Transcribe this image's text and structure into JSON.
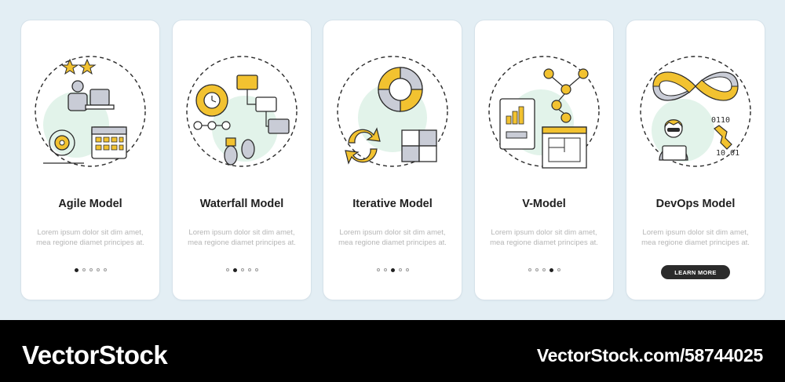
{
  "colors": {
    "accent_yellow": "#f2c230",
    "accent_gray": "#c9ccd6",
    "accent_mint": "#e2f3ea",
    "outline": "#2b2b2b",
    "background": "#e3eef4"
  },
  "cards": [
    {
      "title": "Agile Model",
      "desc": "Lorem ipsum dolor sit dim amet, mea regione diamet principes at.",
      "icon": "agile-icon"
    },
    {
      "title": "Waterfall Model",
      "desc": "Lorem ipsum dolor sit dim amet, mea regione diamet principes at.",
      "icon": "waterfall-icon"
    },
    {
      "title": "Iterative Model",
      "desc": "Lorem ipsum dolor sit dim amet, mea regione diamet principes at.",
      "icon": "iterative-icon"
    },
    {
      "title": "V-Model",
      "desc": "Lorem ipsum dolor sit dim amet, mea regione diamet principes at.",
      "icon": "v-model-icon"
    },
    {
      "title": "DevOps Model",
      "desc": "Lorem ipsum dolor sit dim amet, mea regione diamet principes at.",
      "icon": "devops-icon"
    }
  ],
  "learn_more": "LEARN MORE",
  "pagination": {
    "total": 5
  },
  "illus_text": {
    "binary_1": "0110",
    "binary_2": "10 01"
  },
  "watermark": {
    "left": "VectorStock",
    "right": "VectorStock.com/58744025"
  }
}
